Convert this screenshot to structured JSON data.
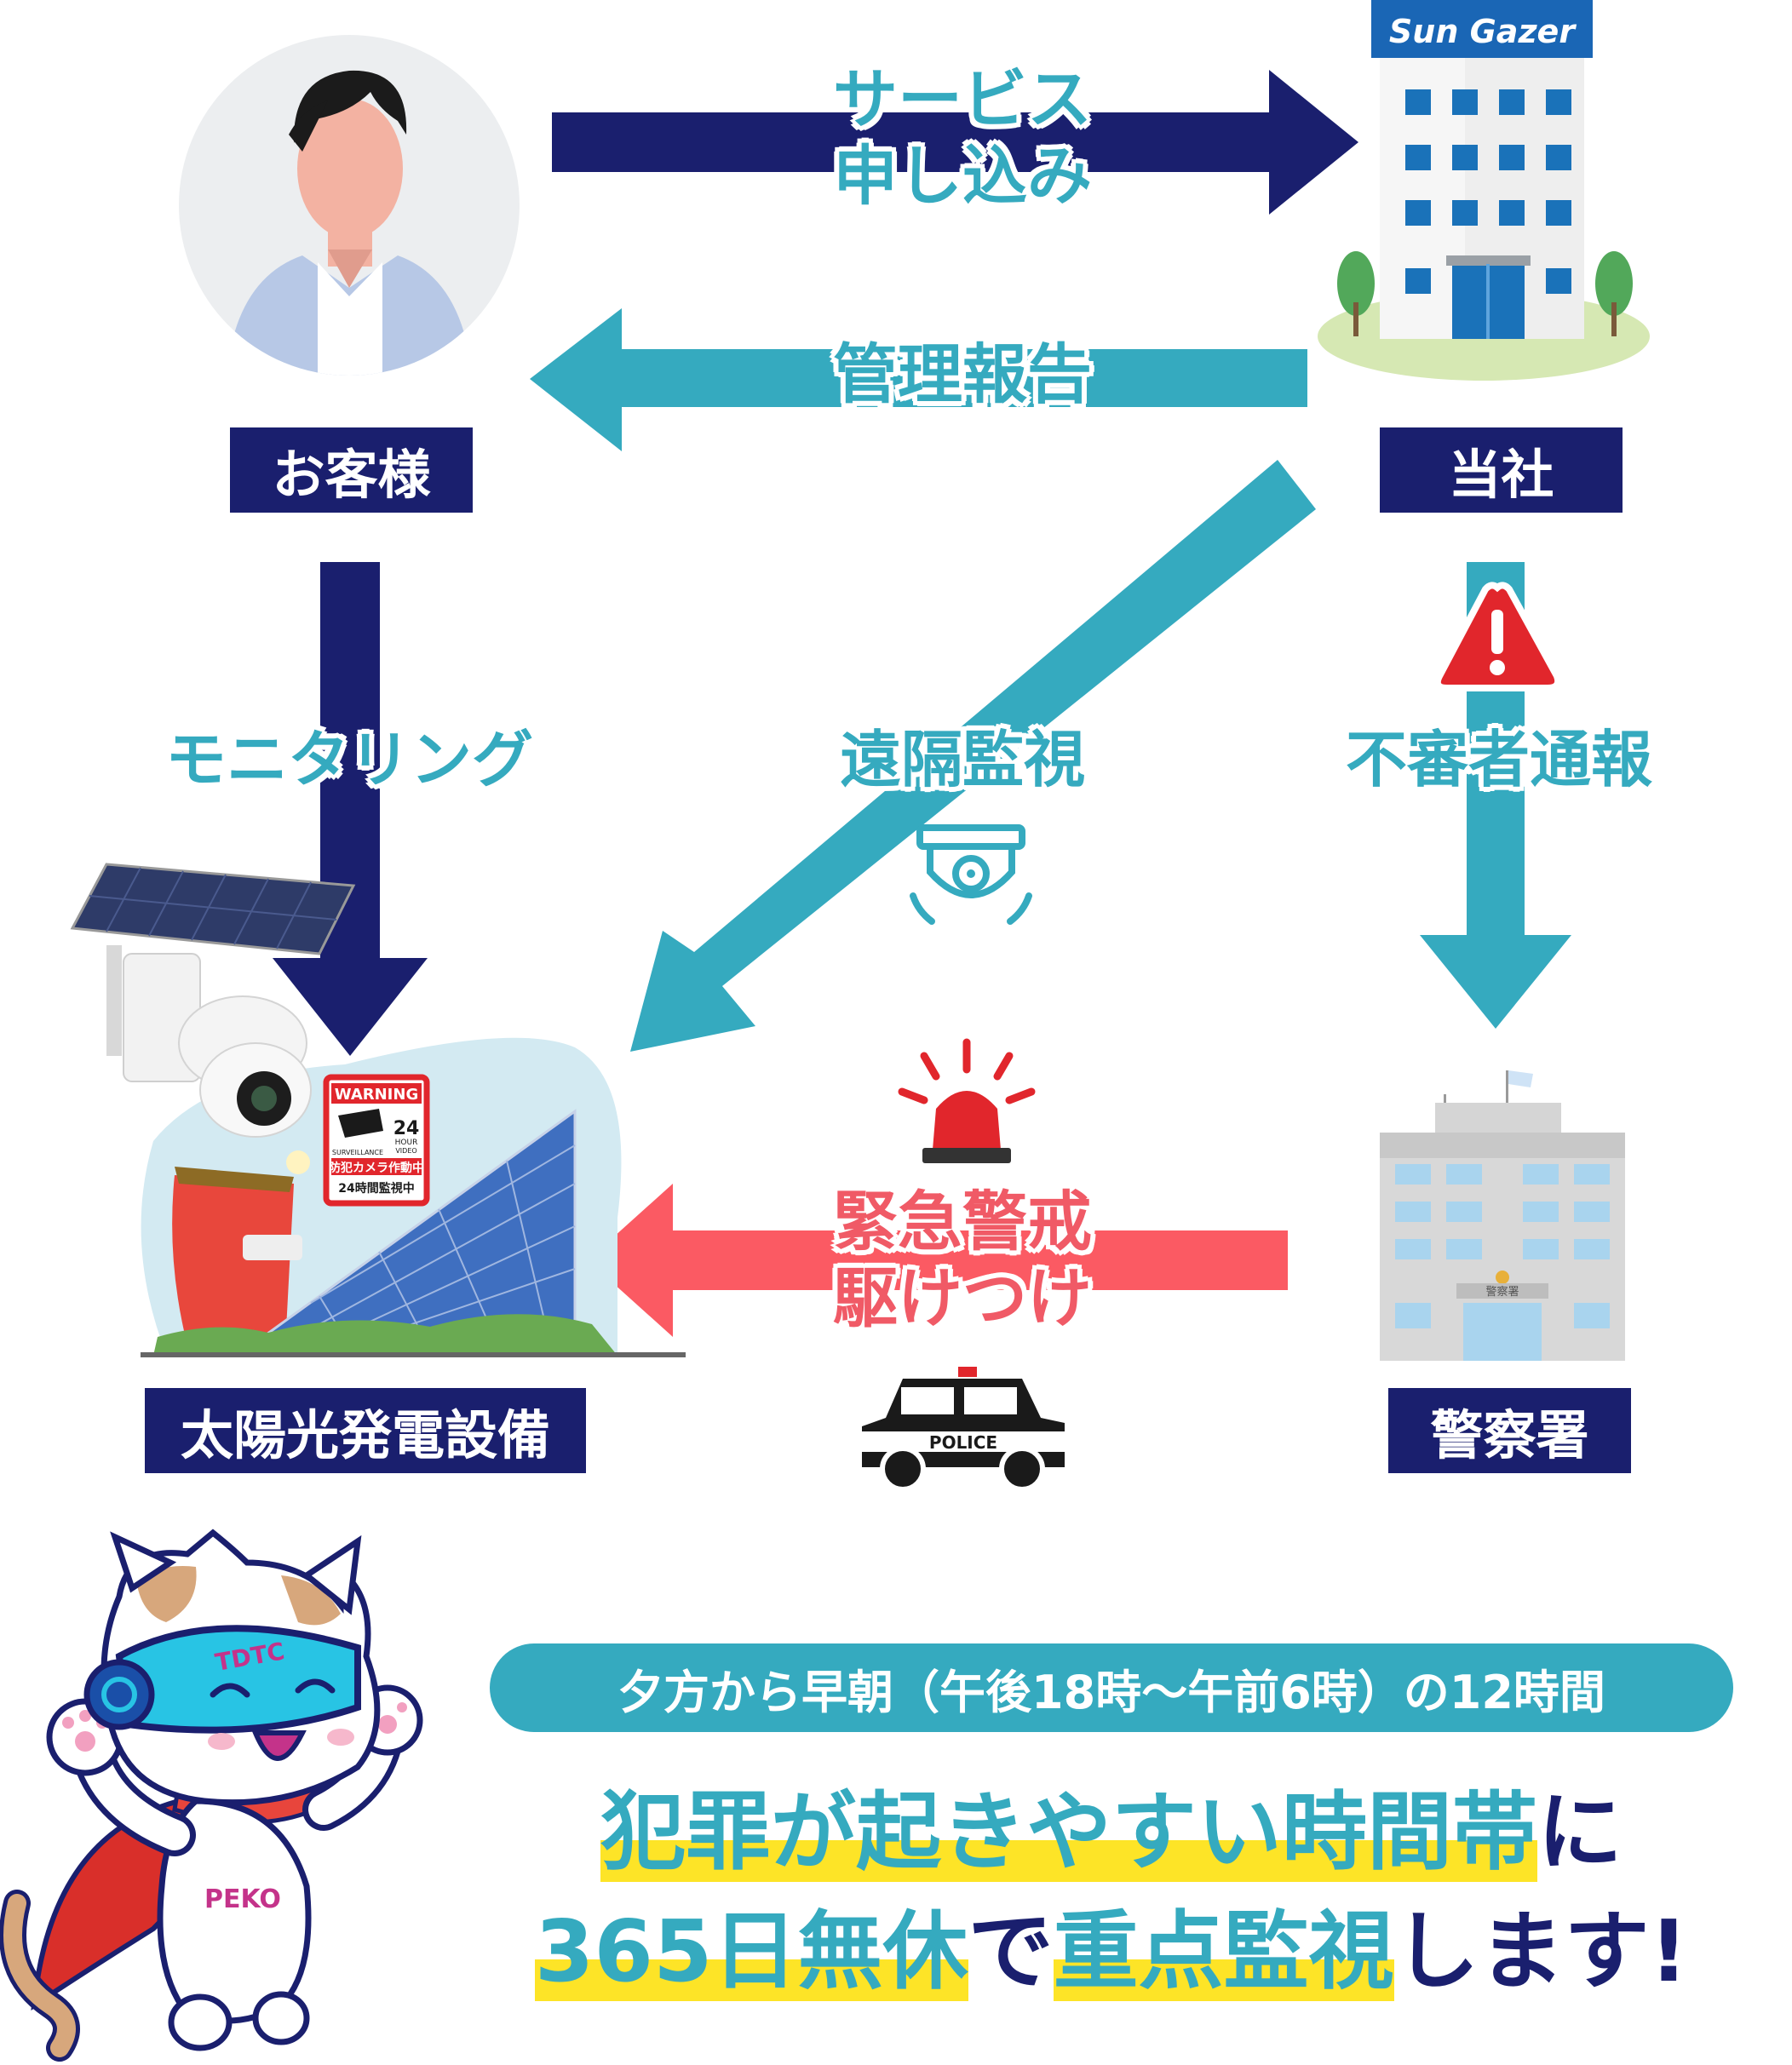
{
  "nodes": {
    "customer": "お客様",
    "company": "当社",
    "company_brand": "Sun Gazer",
    "solar": "太陽光発電設備",
    "police": "警察署",
    "police_sign": "警察署",
    "police_car_text": "POLICE",
    "warning_sign": {
      "title": "WARNING",
      "hours": "24",
      "hour_unit": "HOUR",
      "video": "VIDEO",
      "surveillance": "SURVEILLANCE",
      "line1": "防犯カメラ作動中",
      "line2": "24時間監視中"
    }
  },
  "flows": {
    "service_line1": "サービス",
    "service_line2": "申し込み",
    "report": "管理報告",
    "monitoring": "モニタリング",
    "remote": "遠隔監視",
    "suspicious": "不審者通報",
    "emergency_line1": "緊急警戒",
    "emergency_line2": "駆けつけ"
  },
  "mascot": {
    "goggles_text": "TDTC",
    "body_text": "PEKO"
  },
  "footer": {
    "pill": "夕方から早朝（午後18時〜午前6時）の12時間",
    "line1_highlight": "犯罪が起きやすい時間帯",
    "line1_tail": "に",
    "line2_highlight1": "365日無休",
    "line2_mid": "で",
    "line2_highlight2": "重点監視",
    "line2_tail": "します!"
  },
  "colors": {
    "navy": "#1a1f6e",
    "teal": "#35aabf",
    "pink": "#f05a66",
    "highlight_yellow": "#fde427"
  }
}
